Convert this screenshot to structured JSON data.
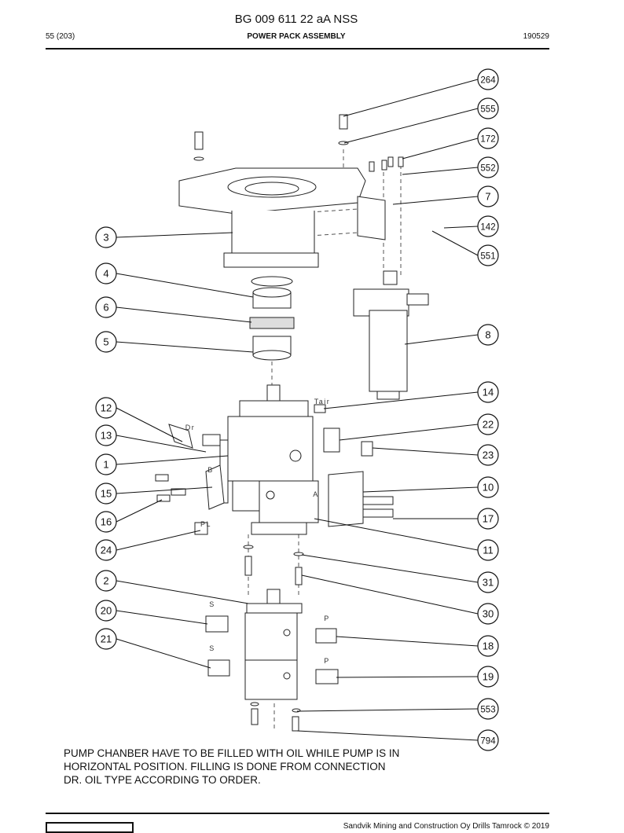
{
  "header": {
    "doc_title": "BG 009 611 22 aA NSS",
    "page": "55 (203)",
    "section": "POWER PACK ASSEMBLY",
    "date": "190529"
  },
  "callouts": [
    "264",
    "555",
    "172",
    "552",
    "7",
    "142",
    "551",
    "8",
    "3",
    "4",
    "6",
    "5",
    "14",
    "12",
    "13",
    "22",
    "1",
    "23",
    "15",
    "10",
    "16",
    "17",
    "24",
    "11",
    "2",
    "31",
    "30",
    "20",
    "18",
    "21",
    "19",
    "553",
    "794"
  ],
  "port_labels": [
    "Tair",
    "Dr",
    "B",
    "A",
    "PL",
    "S",
    "P",
    "S",
    "P"
  ],
  "note_lines": [
    "PUMP CHANBER HAVE TO BE FILLED WITH OIL WHILE PUMP IS IN",
    "HORIZONTAL POSITION. FILLING IS DONE FROM CONNECTION",
    "DR. OIL TYPE ACCORDING TO ORDER."
  ],
  "footer": {
    "copyright": "Sandvik Mining and Construction Oy Drills Tamrock © 2019"
  }
}
